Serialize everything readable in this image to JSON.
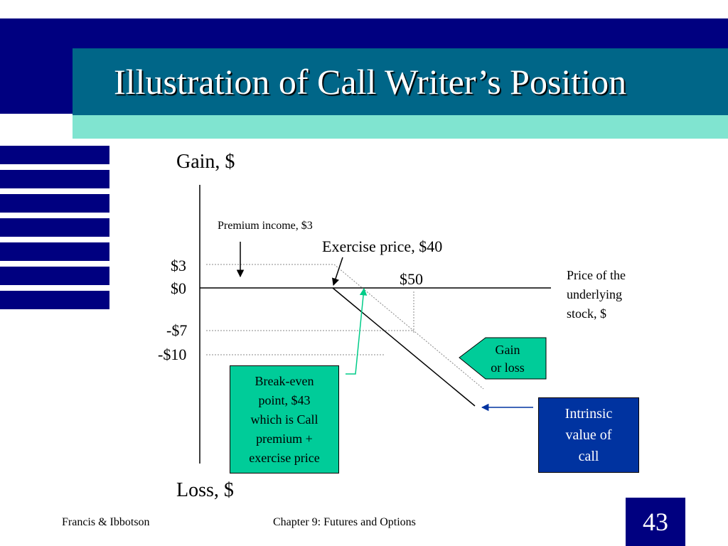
{
  "slide": {
    "title": "Illustration of Call Writer’s Position",
    "page_number": "43"
  },
  "footer": {
    "left": "Francis & Ibbotson",
    "center": "Chapter 9:  Futures and Options"
  },
  "diagram": {
    "y_top_label": "Gain, $",
    "y_bottom_label": "Loss, $",
    "x_axis_label": [
      "Price of the",
      "underlying",
      "stock, $"
    ],
    "y_ticks": [
      "$3",
      "$0",
      "-$7",
      "-$10"
    ],
    "x_tick_50": "$50",
    "premium_label": "Premium income, $3",
    "exercise_label": "Exercise price, $40",
    "break_even_label": [
      "Break-even",
      "point, $43",
      "which is Call",
      "premium +",
      "exercise price"
    ],
    "gain_loss_label": [
      "Gain",
      "or loss"
    ],
    "intrinsic_label": [
      "Intrinsic",
      "value of",
      "call"
    ]
  },
  "colors": {
    "navy": "#000080",
    "teal": "#006688",
    "mint": "#80e4d0",
    "green_box": "#00cc99",
    "arrow_green": "#00cc88",
    "blue_box": "#0033a0"
  }
}
